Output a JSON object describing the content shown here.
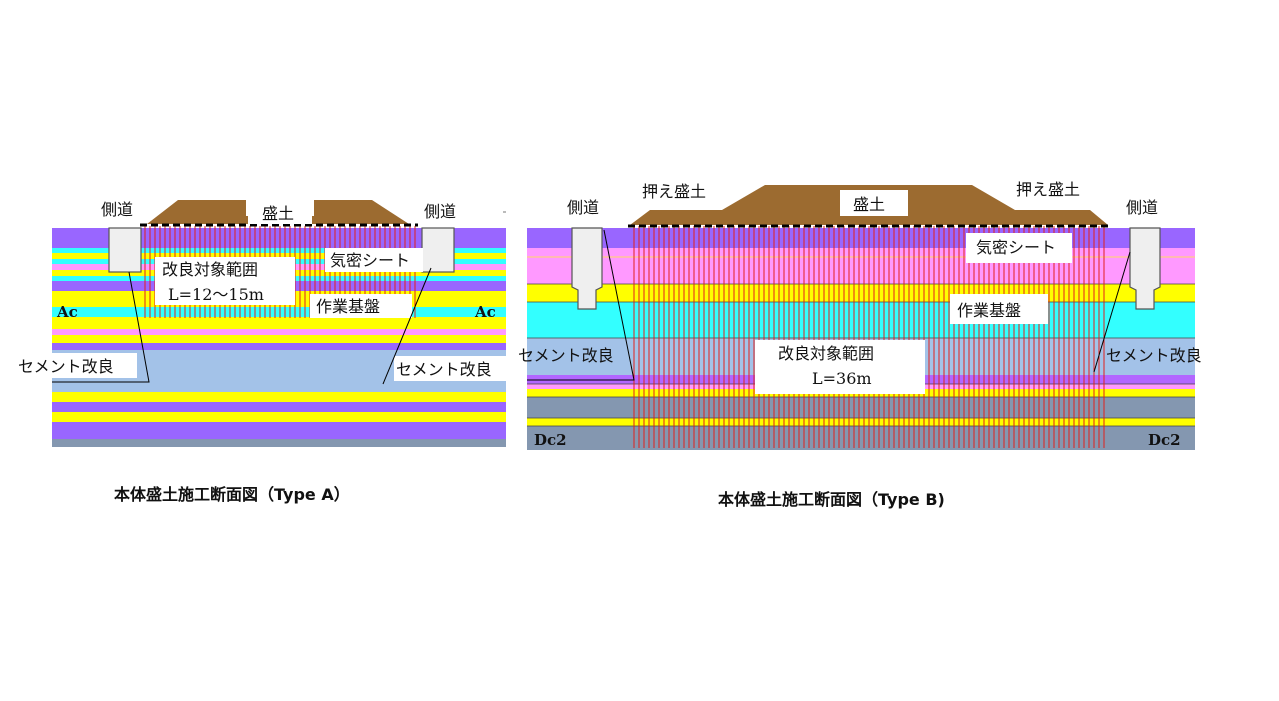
{
  "type_a": {
    "sidewalk_left": "側道",
    "sidewalk_right": "側道",
    "embankment": "盛土",
    "improvement_range": "改良対象範囲",
    "length": "L=12～15m",
    "airtight_sheet": "気密シート",
    "work_base": "作業基盤",
    "layer_left": "Ac",
    "layer_right": "Ac",
    "cement_left": "セメント改良",
    "cement_right": "セメント改良",
    "caption": "本体盛土施工断面図（Type A）"
  },
  "type_b": {
    "sidewalk_left": "側道",
    "sidewalk_right": "側道",
    "counterweight_left": "押え盛土",
    "counterweight_right": "押え盛土",
    "embankment": "盛土",
    "airtight_sheet": "気密シート",
    "work_base": "作業基盤",
    "improvement_range": "改良対象範囲",
    "length": "L=36m",
    "cement_left": "セメント改良",
    "cement_right": "セメント改良",
    "layer_left": "Dc2",
    "layer_right": "Dc2",
    "caption": "本体盛土施工断面図（Type B)"
  },
  "colors": {
    "purple": "#9966ff",
    "yellow": "#ffff00",
    "cyan": "#33ffff",
    "light_blue": "#a3c2e8",
    "pink": "#ff99ff",
    "gray": "#8497b0",
    "brown": "#9c6b30",
    "drain_line": "#e0201c"
  }
}
